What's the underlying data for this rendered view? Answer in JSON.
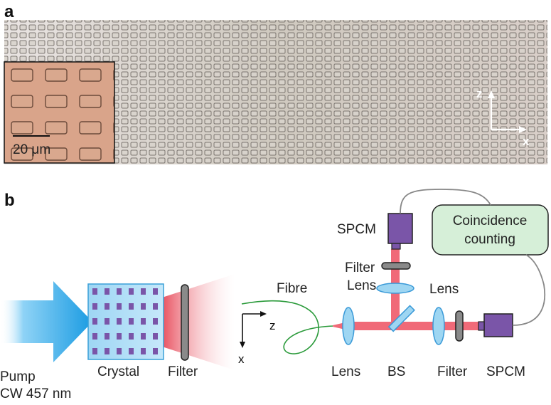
{
  "panel_a": {
    "label": "a",
    "scale_bar": "20 μm",
    "axes": {
      "vertical": "z",
      "horizontal": "x"
    }
  },
  "panel_b": {
    "label": "b",
    "pump": {
      "line1": "Pump",
      "line2": "CW 457 nm"
    },
    "crystal": "Crystal",
    "filter_left": "Filter",
    "fibre": "Fibre",
    "axes": {
      "horizontal": "z",
      "vertical": "x"
    },
    "lens_left": "Lens",
    "bs": "BS",
    "filter_right": "Filter",
    "spcm_right": "SPCM",
    "spcm_top": "SPCM",
    "filter_top": "Filter",
    "lens_top": "Lens",
    "lens_right": "Lens",
    "coincidence": {
      "line1": "Coincidence",
      "line2": "counting"
    }
  },
  "colors": {
    "pump_blue": "#1aa0e6",
    "beam_red": "#f05a6a",
    "spcm_purple": "#7a55a8",
    "coincidence_green": "#d6efd8",
    "lens_blue": "#9ed6f2"
  }
}
